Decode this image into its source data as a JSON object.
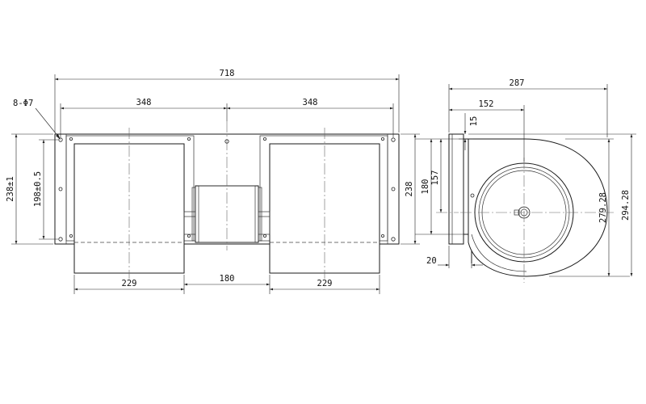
{
  "front_view": {
    "overall_width": "718",
    "half_left": "348",
    "half_right": "348",
    "hole_callout": "8-Φ7",
    "height_outer": "238±1",
    "height_inner": "198±0.5",
    "height_right": "238",
    "wheel_left": "229",
    "motor_gap": "180",
    "wheel_right": "229"
  },
  "side_view": {
    "overall_width": "287",
    "center_offset": "152",
    "top_offset": "15",
    "outlet_height": "180",
    "outlet_inner": "157",
    "bottom_offset": "20",
    "scroll_height": "279.28",
    "total_height": "294.28"
  }
}
